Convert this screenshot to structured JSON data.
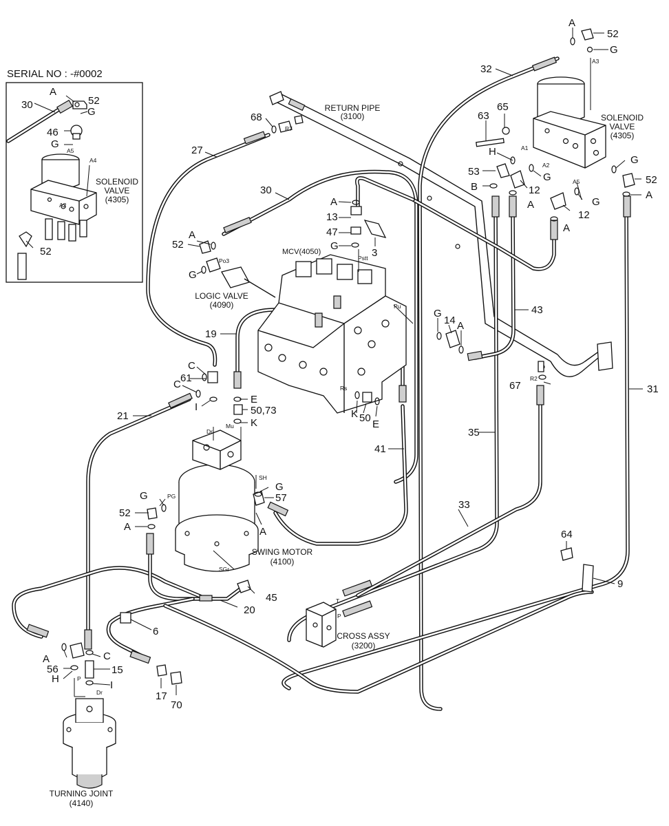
{
  "serial": "SERIAL NO : -#0002",
  "components": {
    "return_pipe": [
      "RETURN PIPE",
      "(3100)"
    ],
    "solenoid_main": [
      "SOLENOID",
      "VALVE",
      "(4305)"
    ],
    "solenoid_inset": [
      "SOLENOID",
      "VALVE",
      "(4305)"
    ],
    "mcv": [
      "MCV(4050)"
    ],
    "logic_valve": [
      "LOGIC VALVE",
      "(4090)"
    ],
    "swing_motor": [
      "SWING MOTOR",
      "(4100)"
    ],
    "cross_assy": [
      "CROSS ASSY",
      "(3200)"
    ],
    "turning_joint": [
      "TURNING JOINT",
      "(4140)"
    ]
  },
  "callouts": [
    {
      "id": "c1",
      "text": "A"
    },
    {
      "id": "c2",
      "text": "52"
    },
    {
      "id": "c3",
      "text": "G"
    },
    {
      "id": "c4",
      "text": "32"
    },
    {
      "id": "c5",
      "text": "A3"
    },
    {
      "id": "c6",
      "text": "63"
    },
    {
      "id": "c7",
      "text": "65"
    },
    {
      "id": "c8",
      "text": "H"
    },
    {
      "id": "c9",
      "text": "A1"
    },
    {
      "id": "c10",
      "text": "53"
    },
    {
      "id": "c11",
      "text": "B"
    },
    {
      "id": "c12",
      "text": "A2"
    },
    {
      "id": "c13",
      "text": "G"
    },
    {
      "id": "c14",
      "text": "12"
    },
    {
      "id": "c15",
      "text": "A"
    },
    {
      "id": "c16",
      "text": "A5"
    },
    {
      "id": "c17",
      "text": "G"
    },
    {
      "id": "c18",
      "text": "12"
    },
    {
      "id": "c19",
      "text": "A"
    },
    {
      "id": "c20",
      "text": "G"
    },
    {
      "id": "c21",
      "text": "52"
    },
    {
      "id": "c22",
      "text": "A"
    },
    {
      "id": "c23",
      "text": "43"
    },
    {
      "id": "c24",
      "text": "31"
    },
    {
      "id": "c25",
      "text": "G"
    },
    {
      "id": "c26",
      "text": "14"
    },
    {
      "id": "c27",
      "text": "A"
    },
    {
      "id": "c28",
      "text": "R2"
    },
    {
      "id": "c29",
      "text": "67"
    },
    {
      "id": "c30",
      "text": "35"
    },
    {
      "id": "c31",
      "text": "68"
    },
    {
      "id": "c32",
      "text": "R7"
    },
    {
      "id": "c33",
      "text": "27"
    },
    {
      "id": "c34",
      "text": "30"
    },
    {
      "id": "c35",
      "text": "A"
    },
    {
      "id": "c36",
      "text": "13"
    },
    {
      "id": "c37",
      "text": "47"
    },
    {
      "id": "c38",
      "text": "G"
    },
    {
      "id": "c39",
      "text": "3"
    },
    {
      "id": "c40",
      "text": "Pstt"
    },
    {
      "id": "c41",
      "text": "52"
    },
    {
      "id": "c42",
      "text": "A"
    },
    {
      "id": "c43",
      "text": "Po3"
    },
    {
      "id": "c44",
      "text": "G"
    },
    {
      "id": "c45",
      "text": "Pu"
    },
    {
      "id": "c46",
      "text": "19"
    },
    {
      "id": "c47",
      "text": "C"
    },
    {
      "id": "c48",
      "text": "61"
    },
    {
      "id": "c49",
      "text": "C"
    },
    {
      "id": "c50",
      "text": "I"
    },
    {
      "id": "c51",
      "text": "21"
    },
    {
      "id": "c52",
      "text": "E"
    },
    {
      "id": "c53",
      "text": "50,73"
    },
    {
      "id": "c54",
      "text": "K"
    },
    {
      "id": "c55",
      "text": "Dr"
    },
    {
      "id": "c56",
      "text": "Mu"
    },
    {
      "id": "c57",
      "text": "Rs"
    },
    {
      "id": "c58",
      "text": "K"
    },
    {
      "id": "c59",
      "text": "50"
    },
    {
      "id": "c60",
      "text": "E"
    },
    {
      "id": "c61",
      "text": "41"
    },
    {
      "id": "c62",
      "text": "SH"
    },
    {
      "id": "c63",
      "text": "G"
    },
    {
      "id": "c64",
      "text": "57"
    },
    {
      "id": "c65",
      "text": "G"
    },
    {
      "id": "c66",
      "text": "PG"
    },
    {
      "id": "c67",
      "text": "52"
    },
    {
      "id": "c68",
      "text": "A"
    },
    {
      "id": "c69",
      "text": "A"
    },
    {
      "id": "c70",
      "text": "33"
    },
    {
      "id": "c71",
      "text": "SGr"
    },
    {
      "id": "c72",
      "text": "45"
    },
    {
      "id": "c73",
      "text": "20"
    },
    {
      "id": "c74",
      "text": "64"
    },
    {
      "id": "c75",
      "text": "9"
    },
    {
      "id": "c76",
      "text": "6"
    },
    {
      "id": "c77",
      "text": "T"
    },
    {
      "id": "c78",
      "text": "P"
    },
    {
      "id": "c79",
      "text": "A"
    },
    {
      "id": "c80",
      "text": "56"
    },
    {
      "id": "c81",
      "text": "H"
    },
    {
      "id": "c82",
      "text": "C"
    },
    {
      "id": "c83",
      "text": "15"
    },
    {
      "id": "c84",
      "text": "P"
    },
    {
      "id": "c85",
      "text": "I"
    },
    {
      "id": "c86",
      "text": "Dr"
    },
    {
      "id": "c87",
      "text": "17"
    },
    {
      "id": "c88",
      "text": "70"
    },
    {
      "id": "i1",
      "text": "30"
    },
    {
      "id": "i2",
      "text": "A"
    },
    {
      "id": "i3",
      "text": "52"
    },
    {
      "id": "i4",
      "text": "G"
    },
    {
      "id": "i5",
      "text": "46"
    },
    {
      "id": "i6",
      "text": "G"
    },
    {
      "id": "i7",
      "text": "A5"
    },
    {
      "id": "i8",
      "text": "A4"
    },
    {
      "id": "i9",
      "text": "A2"
    },
    {
      "id": "i10",
      "text": "52"
    }
  ]
}
